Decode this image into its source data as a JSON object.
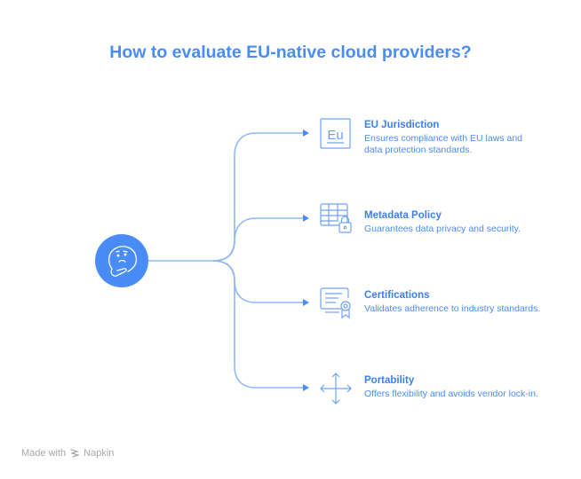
{
  "title": "How to evaluate EU-native cloud providers?",
  "center": {
    "icon": "thinking-face-icon"
  },
  "items": [
    {
      "heading": "EU Jurisdiction",
      "description": "Ensures compliance with EU laws and data protection standards.",
      "icon": "eu-icon",
      "icon_text": "Eu"
    },
    {
      "heading": "Metadata Policy",
      "description": "Guarantees data privacy and security.",
      "icon": "table-lock-icon"
    },
    {
      "heading": "Certifications",
      "description": "Validates adherence to industry standards.",
      "icon": "certificate-icon"
    },
    {
      "heading": "Portability",
      "description": "Offers flexibility and avoids vendor lock-in.",
      "icon": "move-arrows-icon"
    }
  ],
  "footer": {
    "made_with": "Made with",
    "brand": "Napkin"
  },
  "colors": {
    "accent": "#4a8cf6",
    "line": "#8fb8f8",
    "footer": "#a8a8a8"
  }
}
